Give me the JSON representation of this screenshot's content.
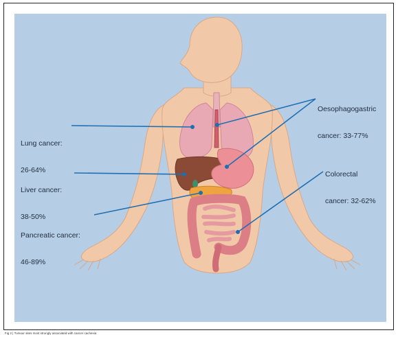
{
  "labels": {
    "lung": [
      "Lung cancer:",
      "26-64%"
    ],
    "liver": [
      "Liver cancer:",
      "38-50%"
    ],
    "pancreatic": [
      "Pancreatic cancer:",
      "46-89%"
    ],
    "oesophagogastric": [
      "Oesophagogastric",
      "cancer: 33-77%"
    ],
    "colorectal": [
      "Colorectal",
      "cancer: 32-62%"
    ]
  },
  "caption": "Fig 2 | Tumour sites most strongly associated with cancer cachexia",
  "colors": {
    "background": "#b6cde6",
    "skin": "#f2c9a8",
    "skin_outline": "#d9a886",
    "lung": "#e9a9b4",
    "liver": "#8a4a36",
    "stomach": "#ec8f96",
    "pancreas": "#f0a440",
    "intestine": "#db7e86",
    "pointer": "#1f6fb2"
  }
}
